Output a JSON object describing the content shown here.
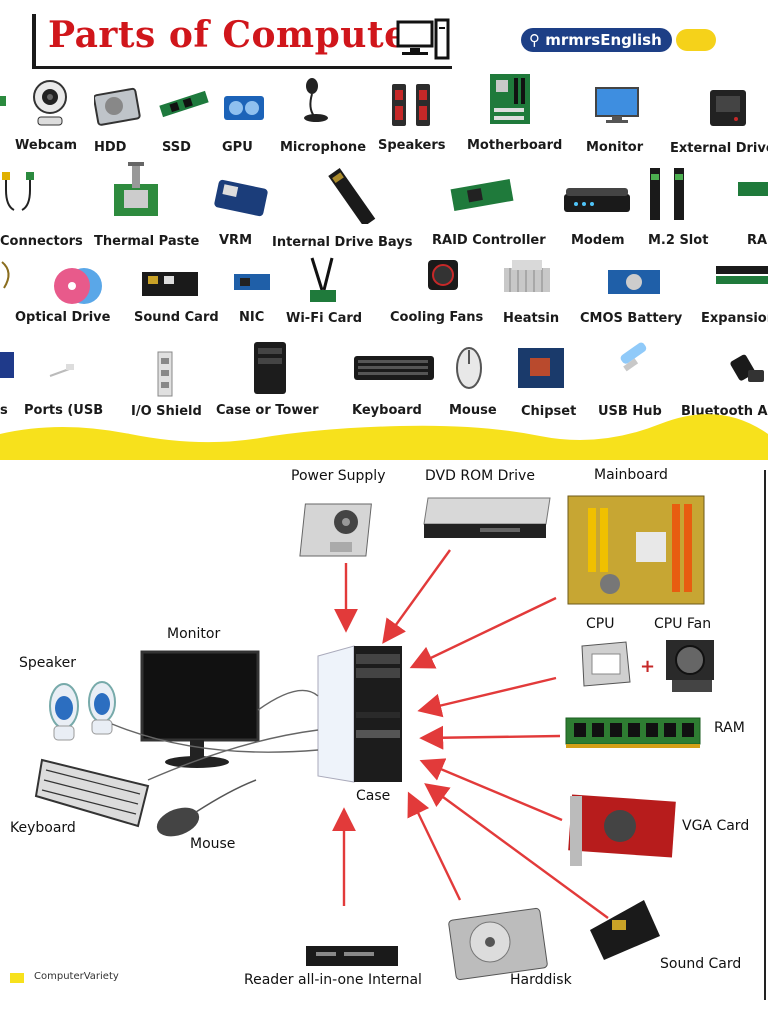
{
  "header": {
    "title": "Parts of Computer",
    "brand": "mrmrsEnglish"
  },
  "parts_rows": [
    [
      "Webcam",
      "HDD",
      "SSD",
      "GPU",
      "Microphone",
      "Speakers",
      "Motherboard",
      "Monitor",
      "External Drive"
    ],
    [
      "Connectors",
      "Thermal Paste",
      "VRM",
      "Internal Drive Bays",
      "RAID Controller",
      "Modem",
      "M.2 Slot",
      "RA"
    ],
    [
      "Optical Drive",
      "Sound Card",
      "NIC",
      "Wi-Fi Card",
      "Cooling Fans",
      "Heatsin",
      "CMOS Battery",
      "Expansion"
    ],
    [
      "s",
      "Ports (USB",
      "I/O Shield",
      "Case or Tower",
      "Keyboard",
      "Mouse",
      "Chipset",
      "USB Hub",
      "Bluetooth A"
    ]
  ],
  "diagram": {
    "center": "Case",
    "components": {
      "power_supply": "Power Supply",
      "dvd": "DVD ROM Drive",
      "mainboard": "Mainboard",
      "cpu": "CPU",
      "cpu_fan": "CPU Fan",
      "ram": "RAM",
      "vga": "VGA Card",
      "sound": "Sound Card",
      "harddisk": "Harddisk",
      "reader": "Reader all-in-one Internal",
      "monitor": "Monitor",
      "speaker": "Speaker",
      "keyboard": "Keyboard",
      "mouse": "Mouse"
    },
    "plus": "+",
    "credit": "ComputerVariety"
  },
  "colors": {
    "title_red": "#d0161b",
    "brand_blue": "#1d3f86",
    "wave_yellow": "#f7e11c",
    "arrow_red": "#e23a3a"
  }
}
